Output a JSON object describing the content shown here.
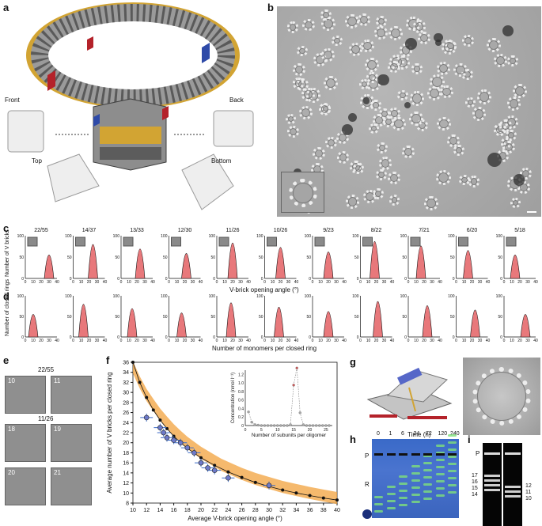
{
  "panel_labels": {
    "a": "a",
    "b": "b",
    "c": "c",
    "d": "d",
    "e": "e",
    "f": "f",
    "g": "g",
    "h": "h",
    "i": "i"
  },
  "panel_a": {
    "front": "Front",
    "back": "Back",
    "top": "Top",
    "bottom": "Bottom"
  },
  "panel_c": {
    "ylabel": "Number of V bricks",
    "xlabel": "V-brick opening angle (°)",
    "titles": [
      "22/55",
      "14/37",
      "13/33",
      "12/30",
      "11/26",
      "10/26",
      "9/23",
      "8/22",
      "7/21",
      "6/20",
      "5/18"
    ],
    "yticks": [
      "100",
      "50",
      "0"
    ],
    "xticks": [
      "0",
      "10",
      "20",
      "30",
      "40"
    ],
    "peaks": [
      30,
      25,
      24,
      22,
      20,
      20,
      20,
      18,
      16,
      15,
      14
    ]
  },
  "panel_d": {
    "ylabel": "Number of closed rings",
    "xlabel": "Number of monomers per closed ring",
    "yticks": [
      "100",
      "50",
      "0"
    ],
    "xticks": [
      "0",
      "10",
      "20",
      "30",
      "40"
    ],
    "peaks": [
      10,
      13,
      14,
      16,
      18,
      18,
      20,
      22,
      24,
      24,
      27
    ]
  },
  "panel_e": {
    "group1": "22/55",
    "group2": "11/26",
    "tiles": [
      "10",
      "11",
      "18",
      "19",
      "20",
      "21"
    ]
  },
  "chart_data": [
    {
      "type": "line",
      "xlabel": "Average V-brick opening angle (°)",
      "ylabel": "Average number of V bricks per closed ring",
      "xlim": [
        10,
        40
      ],
      "ylim": [
        8,
        36
      ],
      "xticks": [
        "10",
        "12",
        "14",
        "16",
        "18",
        "20",
        "22",
        "24",
        "26",
        "28",
        "30",
        "32",
        "34",
        "36",
        "38",
        "40"
      ],
      "yticks": [
        "8",
        "10",
        "12",
        "14",
        "16",
        "18",
        "20",
        "22",
        "24",
        "26",
        "28",
        "30",
        "32",
        "34",
        "36"
      ],
      "series": [
        {
          "values": [
            [
              10,
              36
            ],
            [
              11,
              32
            ],
            [
              12,
              29
            ],
            [
              13,
              26.5
            ],
            [
              14,
              24.5
            ],
            [
              15,
              22.8
            ],
            [
              16,
              21.3
            ],
            [
              17,
              20
            ],
            [
              18,
              18.9
            ],
            [
              20,
              17
            ],
            [
              22,
              15.5
            ],
            [
              24,
              14.2
            ],
            [
              26,
              13.1
            ],
            [
              28,
              12.1
            ],
            [
              30,
              11.3
            ],
            [
              32,
              10.6
            ],
            [
              34,
              10
            ],
            [
              36,
              9.5
            ],
            [
              38,
              9
            ],
            [
              40,
              8.6
            ]
          ]
        },
        {
          "values": [
            [
              10,
              35
            ],
            [
              11,
              32
            ],
            [
              12,
              29.5
            ],
            [
              13,
              27.5
            ],
            [
              14,
              25.6
            ],
            [
              15,
              24
            ],
            [
              16,
              22.5
            ],
            [
              17,
              21.2
            ],
            [
              18,
              20
            ],
            [
              19,
              19
            ],
            [
              20,
              18
            ],
            [
              21,
              17.2
            ],
            [
              22,
              16.4
            ],
            [
              23,
              15.6
            ],
            [
              24,
              15
            ],
            [
              26,
              13.8
            ],
            [
              28,
              12.8
            ],
            [
              30,
              12
            ],
            [
              32,
              11.2
            ],
            [
              34,
              10.6
            ],
            [
              36,
              10
            ],
            [
              38,
              9.5
            ],
            [
              40,
              9
            ]
          ]
        },
        {
          "values": [
            [
              12,
              25
            ],
            [
              14,
              23
            ],
            [
              14.5,
              22
            ],
            [
              15,
              21
            ],
            [
              16,
              20.5
            ],
            [
              17,
              20
            ],
            [
              18,
              19
            ],
            [
              19,
              18
            ],
            [
              20,
              16
            ],
            [
              21,
              15
            ],
            [
              22,
              14.5
            ],
            [
              24,
              13
            ],
            [
              30,
              11.5
            ]
          ]
        }
      ]
    },
    {
      "type": "line",
      "xlabel": "Number of subunits per oligomer",
      "ylabel": "Concentration (nmol l⁻¹)",
      "xlim": [
        0,
        27
      ],
      "ylim": [
        0,
        1.3
      ],
      "xticks": [
        "0",
        "5",
        "10",
        "15",
        "20",
        "25"
      ],
      "yticks": [
        "0",
        "0.2",
        "0.4",
        "0.6",
        "0.8",
        "1.0",
        "1.2"
      ],
      "series": [
        {
          "values": [
            [
              1,
              0.32
            ],
            [
              2,
              0.08
            ],
            [
              3,
              0.02
            ],
            [
              4,
              0.01
            ],
            [
              5,
              0
            ],
            [
              6,
              0
            ],
            [
              7,
              0
            ],
            [
              8,
              0
            ],
            [
              9,
              0
            ],
            [
              10,
              0
            ],
            [
              11,
              0
            ],
            [
              12,
              0
            ],
            [
              13,
              0
            ],
            [
              14,
              0.02
            ],
            [
              15,
              0.95
            ],
            [
              16,
              1.35
            ],
            [
              17,
              0.3
            ],
            [
              18,
              0.02
            ],
            [
              19,
              0
            ],
            [
              20,
              0
            ],
            [
              21,
              0
            ],
            [
              22,
              0
            ],
            [
              23,
              0
            ],
            [
              24,
              0
            ],
            [
              25,
              0
            ],
            [
              26,
              0
            ]
          ]
        }
      ]
    }
  ],
  "panel_h": {
    "title": "Time (h)",
    "times": [
      "0",
      "1",
      "6",
      "24",
      "72",
      "120",
      "240"
    ],
    "p": "P",
    "r": "R"
  },
  "panel_i": {
    "p": "P",
    "left_bands": [
      "17",
      "16",
      "15",
      "14"
    ],
    "right_bands": [
      "12",
      "11",
      "10"
    ]
  }
}
